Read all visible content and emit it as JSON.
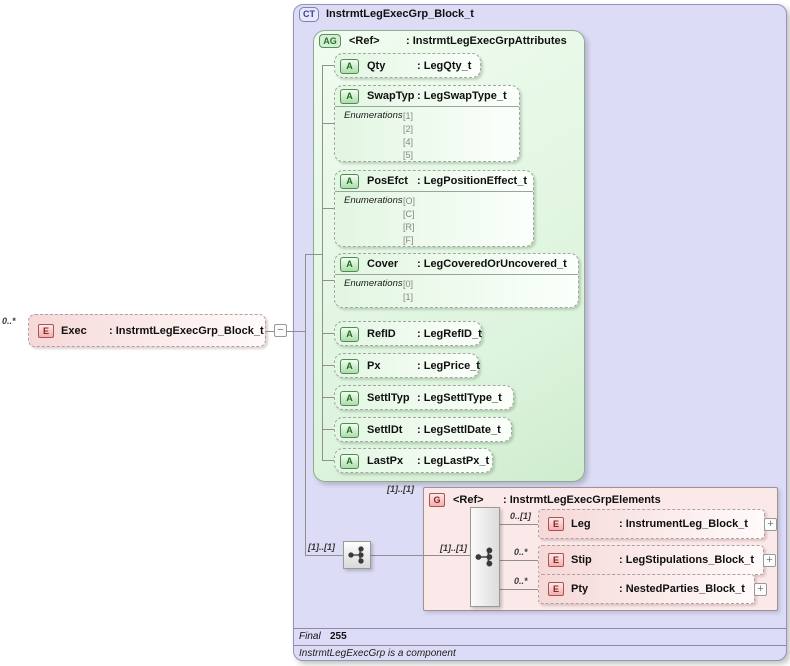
{
  "colors": {
    "complex_type_fill": "#dcdcf7",
    "attribute_group_fill": "#e4f7e4",
    "element_fill": "#f6d8d8",
    "group_fill": "#fbe9e9",
    "attribute_badge_green": "#1e6e1e",
    "element_badge_red": "#8b2020",
    "complex_type_badge_blue": "#3c3c8c"
  },
  "schema": {
    "complex_type": {
      "badge": "CT",
      "name": "InstrmtLegExecGrp_Block_t"
    },
    "referencing_element": {
      "badge": "E",
      "cardinality": "0..*",
      "name": "Exec",
      "type": ": InstrmtLegExecGrp_Block_t",
      "collapse_glyph": "−"
    },
    "attribute_group": {
      "badge": "AG",
      "name": "<Ref>",
      "type": ": InstrmtLegExecGrpAttributes"
    },
    "attributes": [
      {
        "badge": "A",
        "name": "Qty",
        "type": ": LegQty_t"
      },
      {
        "badge": "A",
        "name": "SwapTyp",
        "type": ": LegSwapType_t",
        "enum_label": "Enumerations",
        "enums": [
          "[1]",
          "[2]",
          "[4]",
          "[5]"
        ]
      },
      {
        "badge": "A",
        "name": "PosEfct",
        "type": ": LegPositionEffect_t",
        "enum_label": "Enumerations",
        "enums": [
          "[O]",
          "[C]",
          "[R]",
          "[F]"
        ]
      },
      {
        "badge": "A",
        "name": "Cover",
        "type": ": LegCoveredOrUncovered_t",
        "enum_label": "Enumerations",
        "enums": [
          "[0]",
          "[1]"
        ]
      },
      {
        "badge": "A",
        "name": "RefID",
        "type": ": LegRefID_t"
      },
      {
        "badge": "A",
        "name": "Px",
        "type": ": LegPrice_t"
      },
      {
        "badge": "A",
        "name": "SettlTyp",
        "type": ": LegSettlType_t"
      },
      {
        "badge": "A",
        "name": "SettlDt",
        "type": ": LegSettlDate_t"
      },
      {
        "badge": "A",
        "name": "LastPx",
        "type": ": LegLastPx_t"
      }
    ],
    "content_model": {
      "outer_cardinality": "[1]..[1]",
      "group_ref_cardinality": "[1]..[1]",
      "inner_cardinality": "[1]..[1]",
      "group": {
        "badge": "G",
        "name": "<Ref>",
        "type": ": InstrmtLegExecGrpElements",
        "elements": [
          {
            "badge": "E",
            "cardinality": "0..[1]",
            "name": "Leg",
            "type": ": InstrumentLeg_Block_t",
            "expand_glyph": "+"
          },
          {
            "badge": "E",
            "cardinality": "0..*",
            "name": "Stip",
            "type": ": LegStipulations_Block_t",
            "expand_glyph": "+"
          },
          {
            "badge": "E",
            "cardinality": "0..*",
            "name": "Pty",
            "type": ": NestedParties_Block_t",
            "expand_glyph": "+"
          }
        ]
      }
    },
    "footer": {
      "final_label": "Final",
      "final_value": "255",
      "note": "InstrmtLegExecGrp is a component"
    }
  }
}
